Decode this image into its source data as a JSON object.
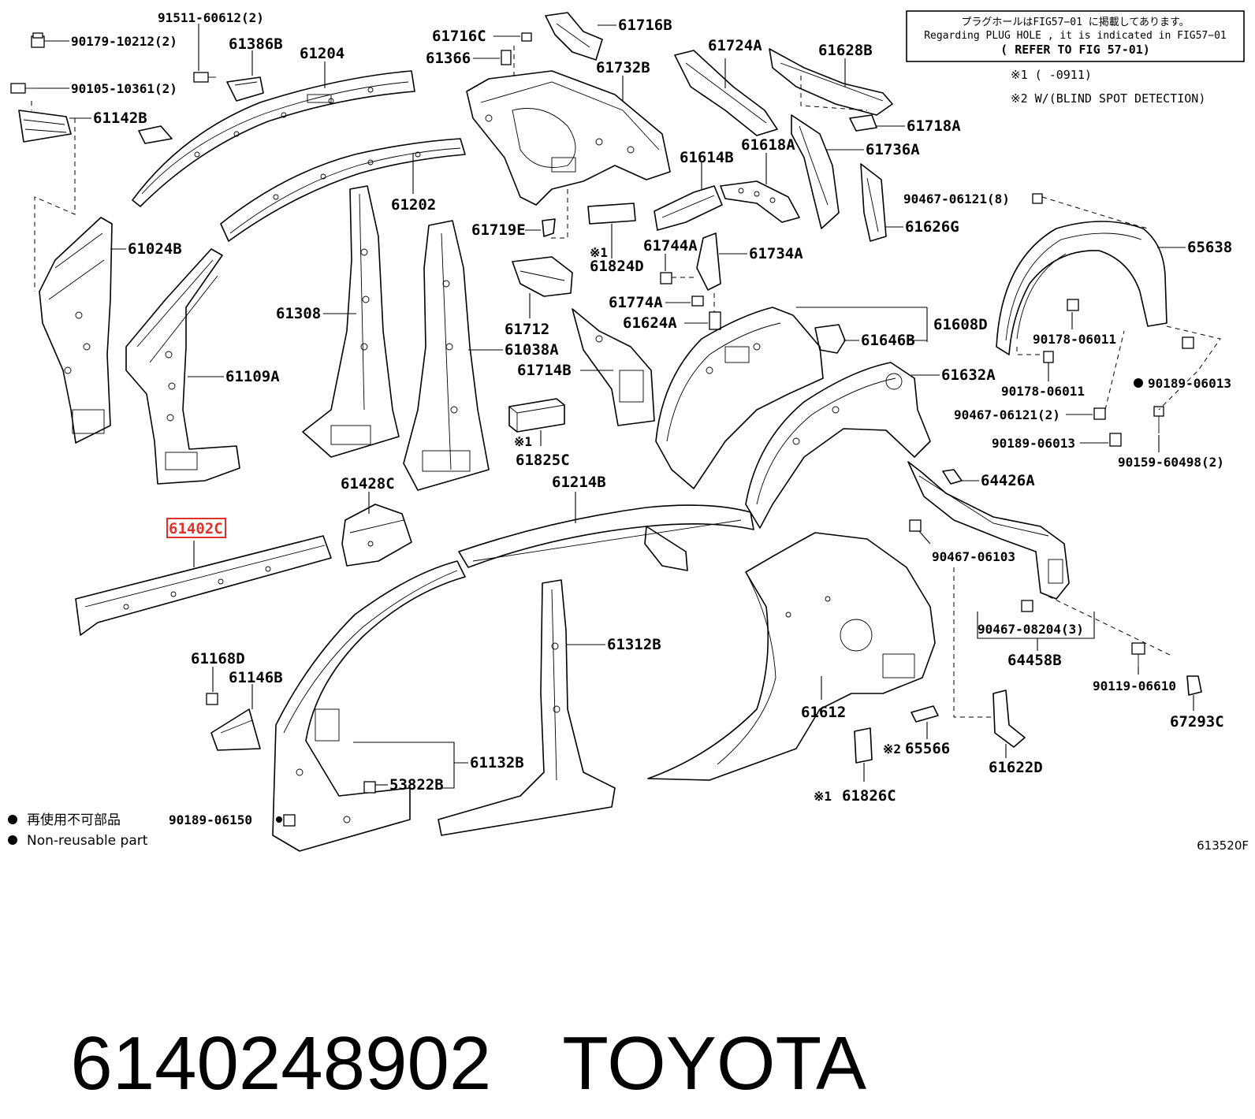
{
  "notes": {
    "plug_hole_jp": "プラグホールはFIG57−01 に掲載してあります。",
    "plug_hole_en": "Regarding PLUG HOLE , it is indicated in FIG57−01",
    "refer": "( REFER TO FIG 57-01)",
    "note1": "※1 (      -0911)",
    "note2": "※2 W/(BLIND SPOT DETECTION)"
  },
  "legend": {
    "jp": "再使用不可部品",
    "en": "Non-reusable part"
  },
  "figure_id": "613520F",
  "footer": {
    "part_number": "6140248902",
    "brand": "TOYOTA"
  },
  "callouts": {
    "p91511": "91511-60612(2)",
    "p90179": "90179-10212(2)",
    "p90105": "90105-10361(2)",
    "p61386B": "61386B",
    "p61204": "61204",
    "p61142B": "61142B",
    "p61202": "61202",
    "p61024B": "61024B",
    "p61109A": "61109A",
    "p61308": "61308",
    "p61716C": "61716C",
    "p61366": "61366",
    "p61716B": "61716B",
    "p61732B": "61732B",
    "p61719E": "61719E",
    "p61824D": "61824D",
    "p61712": "61712",
    "p61038A": "61038A",
    "p61714B": "61714B",
    "p61825C": "61825C",
    "p61724A": "61724A",
    "p61628B": "61628B",
    "p61718A": "61718A",
    "p61736A": "61736A",
    "p61614B": "61614B",
    "p61618A": "61618A",
    "p61744A": "61744A",
    "p61734A": "61734A",
    "p61774A": "61774A",
    "p61624A": "61624A",
    "p90467_8": "90467-06121(8)",
    "p61626G": "61626G",
    "p65638": "65638",
    "p61608D": "61608D",
    "p61646B": "61646B",
    "p90178a": "90178-06011",
    "p90178b": "90178-06011",
    "p61632A": "61632A",
    "p90189a": "90189-06013",
    "p90467_2": "90467-06121(2)",
    "p90189b": "90189-06013",
    "p90159": "90159-60498(2)",
    "p61428C": "61428C",
    "p61402C": "61402C",
    "p61214B": "61214B",
    "p64426A": "64426A",
    "p90467_06103": "90467-06103",
    "p61312B": "61312B",
    "p61168D": "61168D",
    "p61146B": "61146B",
    "p61132B": "61132B",
    "p53822B": "53822B",
    "p90189_06150": "90189-06150",
    "p90467_08204": "90467-08204(3)",
    "p64458B": "64458B",
    "p61612": "61612",
    "p90119": "90119-06610",
    "p67293C": "67293C",
    "p65566": "65566",
    "p61622D": "61622D",
    "p61826C": "61826C",
    "mark1": "※1",
    "mark1b": "※1",
    "mark1c": "※1",
    "mark2": "※2"
  },
  "colors": {
    "line": "#000000",
    "highlight": "#e0312b",
    "background": "#ffffff"
  }
}
